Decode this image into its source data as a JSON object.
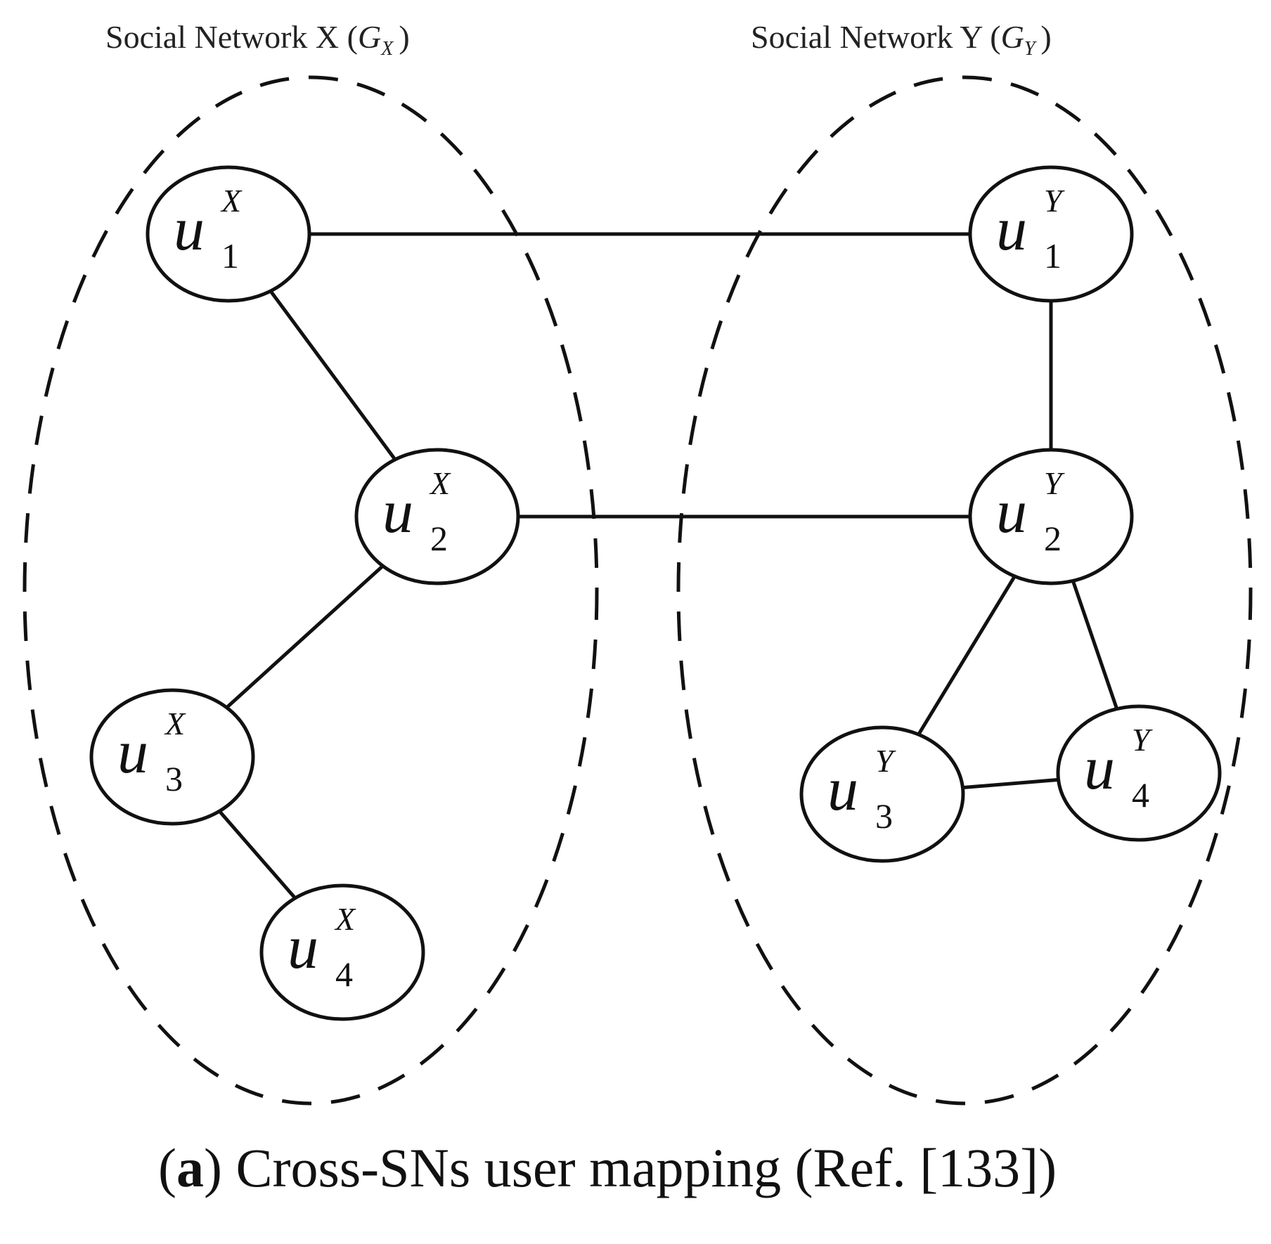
{
  "networks": [
    {
      "id": "x",
      "title_prefix": "Social Network X",
      "title_open": "(",
      "title_symbol": "G",
      "title_subscript": "X",
      "title_close": ")"
    },
    {
      "id": "y",
      "title_prefix": "Social Network Y",
      "title_open": "(",
      "title_symbol": "G",
      "title_subscript": "Y",
      "title_close": ")"
    }
  ],
  "nodes": [
    {
      "id": "x1",
      "network": "x",
      "base": "u",
      "sup": "X",
      "sub": "1"
    },
    {
      "id": "x2",
      "network": "x",
      "base": "u",
      "sup": "X",
      "sub": "2"
    },
    {
      "id": "x3",
      "network": "x",
      "base": "u",
      "sup": "X",
      "sub": "3"
    },
    {
      "id": "x4",
      "network": "x",
      "base": "u",
      "sup": "X",
      "sub": "4"
    },
    {
      "id": "y1",
      "network": "y",
      "base": "u",
      "sup": "Y",
      "sub": "1"
    },
    {
      "id": "y2",
      "network": "y",
      "base": "u",
      "sup": "Y",
      "sub": "2"
    },
    {
      "id": "y3",
      "network": "y",
      "base": "u",
      "sup": "Y",
      "sub": "3"
    },
    {
      "id": "y4",
      "network": "y",
      "base": "u",
      "sup": "Y",
      "sub": "4"
    }
  ],
  "edges": [
    {
      "from": "x1",
      "to": "x2",
      "kind": "intra"
    },
    {
      "from": "x2",
      "to": "x3",
      "kind": "intra"
    },
    {
      "from": "x3",
      "to": "x4",
      "kind": "intra"
    },
    {
      "from": "y1",
      "to": "y2",
      "kind": "intra"
    },
    {
      "from": "y2",
      "to": "y3",
      "kind": "intra"
    },
    {
      "from": "y2",
      "to": "y4",
      "kind": "intra"
    },
    {
      "from": "y3",
      "to": "y4",
      "kind": "intra"
    },
    {
      "from": "x1",
      "to": "y1",
      "kind": "cross"
    },
    {
      "from": "x2",
      "to": "y2",
      "kind": "cross"
    }
  ],
  "caption": {
    "open": "(",
    "label": "a",
    "rest": ") Cross-SNs user mapping (Ref. [133])"
  }
}
